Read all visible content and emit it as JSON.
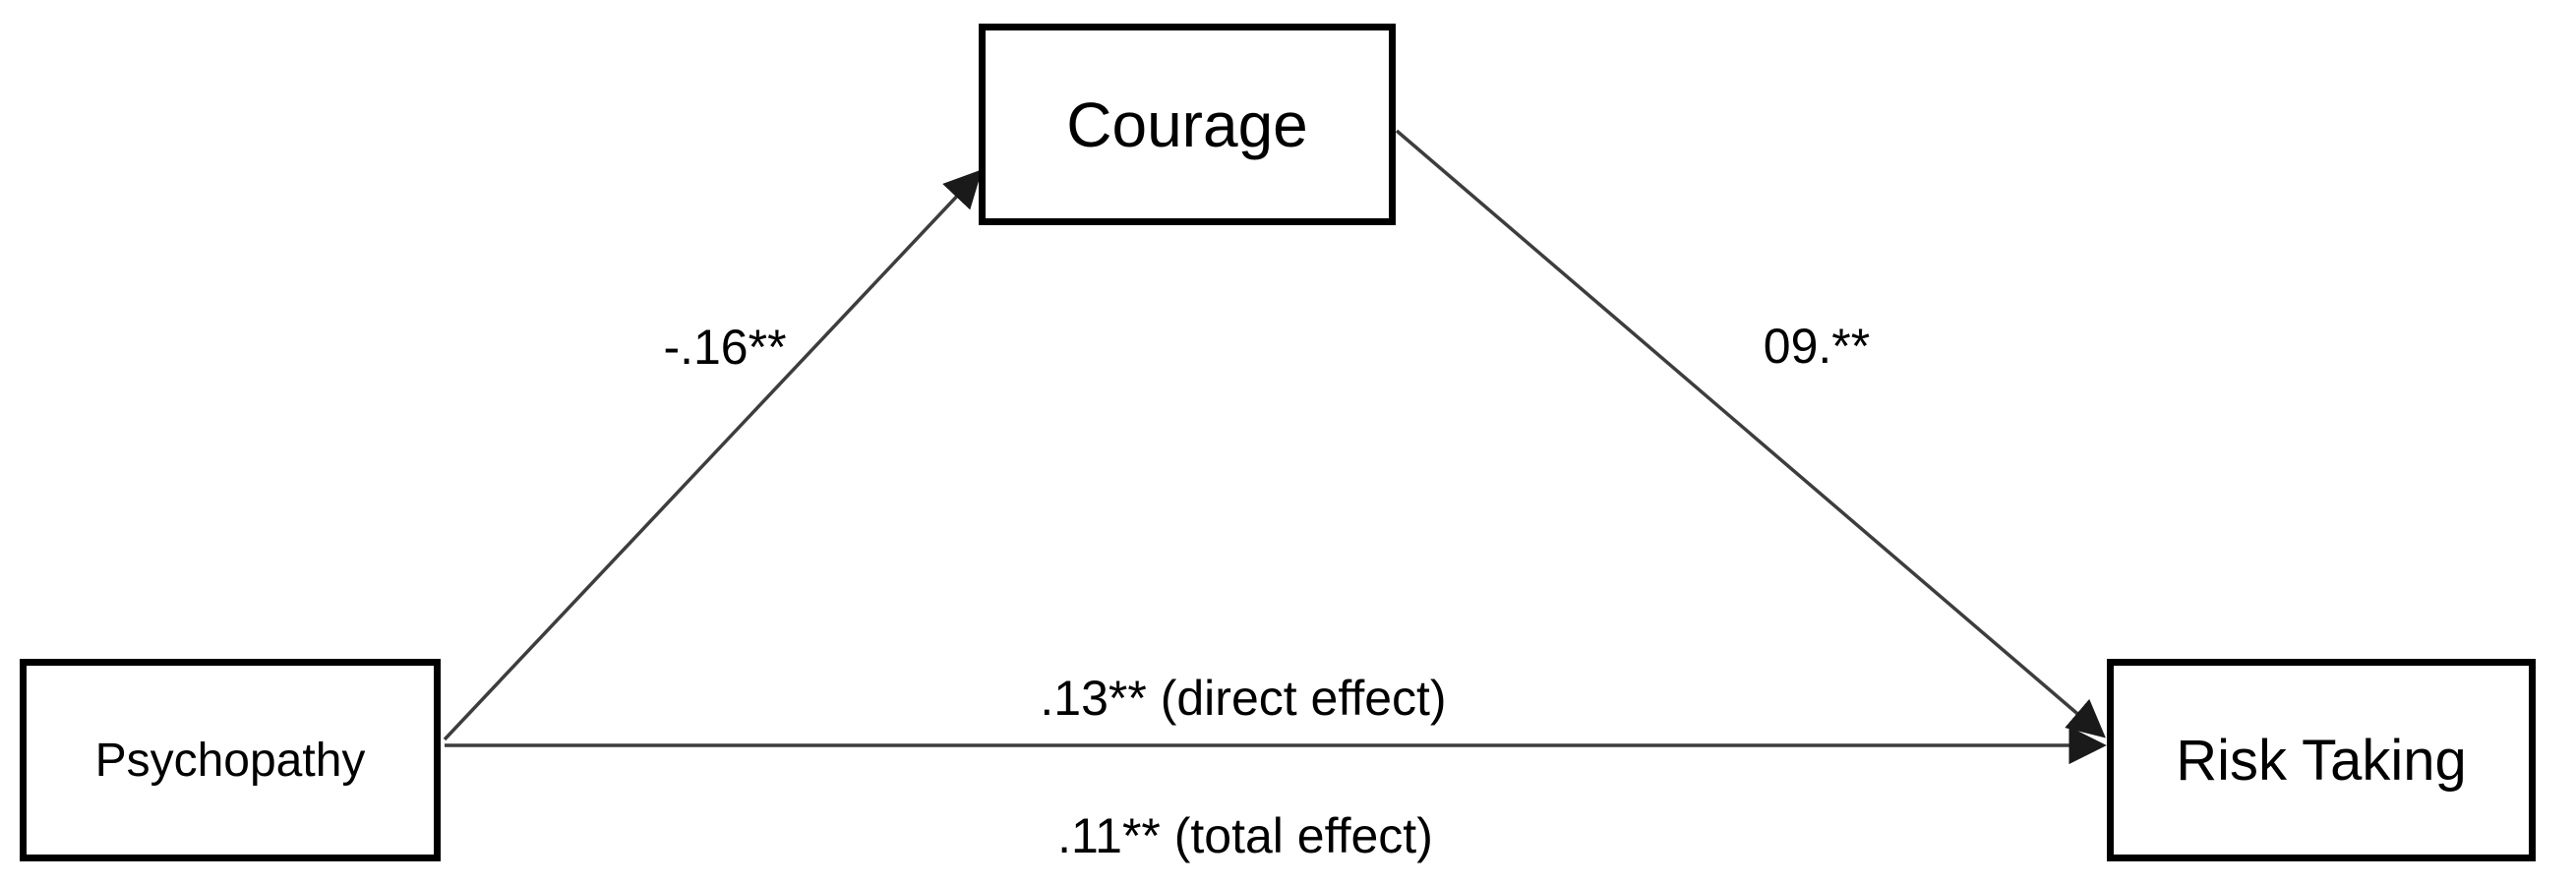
{
  "diagram": {
    "type": "mediation-path-diagram",
    "background_color": "#ffffff",
    "box_border_color": "#000000",
    "line_color": "#3d3d3d",
    "text_color": "#000000",
    "nodes": [
      {
        "id": "courage",
        "label": "Courage",
        "role": "mediator"
      },
      {
        "id": "psychopathy",
        "label": "Psychopathy",
        "role": "predictor"
      },
      {
        "id": "risk_taking",
        "label": "Risk Taking",
        "role": "outcome"
      }
    ],
    "edges": [
      {
        "id": "a-path",
        "from": "psychopathy",
        "to": "courage",
        "label": "-.16**"
      },
      {
        "id": "b-path",
        "from": "courage",
        "to": "risk_taking",
        "label": "09.**"
      },
      {
        "id": "c-path",
        "from": "psychopathy",
        "to": "risk_taking",
        "label_above": ".13** (direct effect)",
        "label_below": ".11** (total effect)"
      }
    ]
  }
}
